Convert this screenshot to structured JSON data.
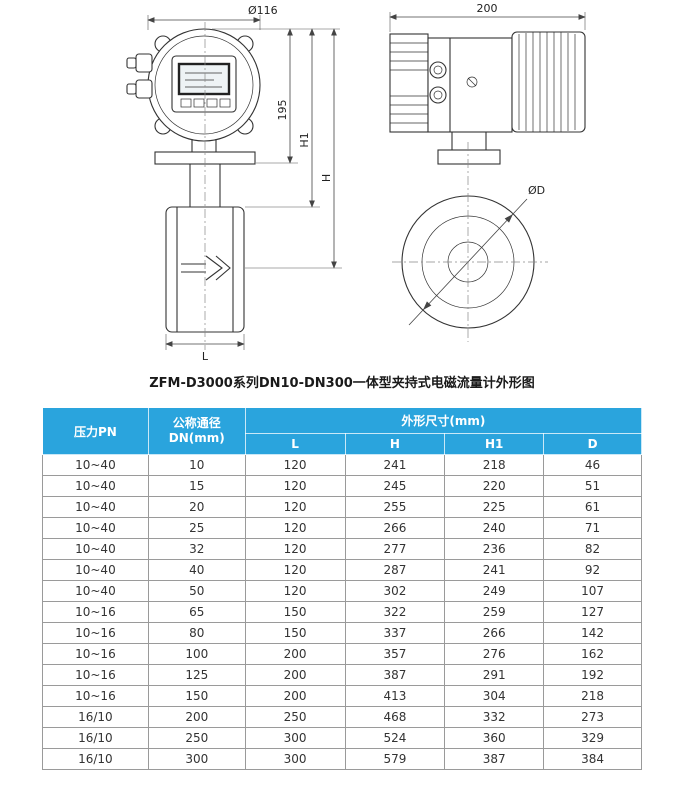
{
  "drawing": {
    "caption": "ZFM-D3000系列DN10-DN300一体型夹持式电磁流量计外形图",
    "dims": {
      "front_diameter": "Ø116",
      "front_height": "195",
      "front_h1": "H1",
      "front_h": "H",
      "front_l": "L",
      "side_width": "200",
      "side_flange_diameter": "ØD"
    }
  },
  "table": {
    "header": {
      "pressure": "压力PN",
      "dn": "公称通径\nDN(mm)",
      "dims_group": "外形尺寸(mm)",
      "cols": [
        "L",
        "H",
        "H1",
        "D"
      ]
    },
    "rows": [
      [
        "10~40",
        "10",
        "120",
        "241",
        "218",
        "46"
      ],
      [
        "10~40",
        "15",
        "120",
        "245",
        "220",
        "51"
      ],
      [
        "10~40",
        "20",
        "120",
        "255",
        "225",
        "61"
      ],
      [
        "10~40",
        "25",
        "120",
        "266",
        "240",
        "71"
      ],
      [
        "10~40",
        "32",
        "120",
        "277",
        "236",
        "82"
      ],
      [
        "10~40",
        "40",
        "120",
        "287",
        "241",
        "92"
      ],
      [
        "10~40",
        "50",
        "120",
        "302",
        "249",
        "107"
      ],
      [
        "10~16",
        "65",
        "150",
        "322",
        "259",
        "127"
      ],
      [
        "10~16",
        "80",
        "150",
        "337",
        "266",
        "142"
      ],
      [
        "10~16",
        "100",
        "200",
        "357",
        "276",
        "162"
      ],
      [
        "10~16",
        "125",
        "200",
        "387",
        "291",
        "192"
      ],
      [
        "10~16",
        "150",
        "200",
        "413",
        "304",
        "218"
      ],
      [
        "16/10",
        "200",
        "250",
        "468",
        "332",
        "273"
      ],
      [
        "16/10",
        "250",
        "300",
        "524",
        "360",
        "329"
      ],
      [
        "16/10",
        "300",
        "300",
        "579",
        "387",
        "384"
      ]
    ]
  },
  "colors": {
    "header_bg": "#2aa4dd",
    "header_text": "#ffffff",
    "grid_border": "#9a9a9a"
  }
}
